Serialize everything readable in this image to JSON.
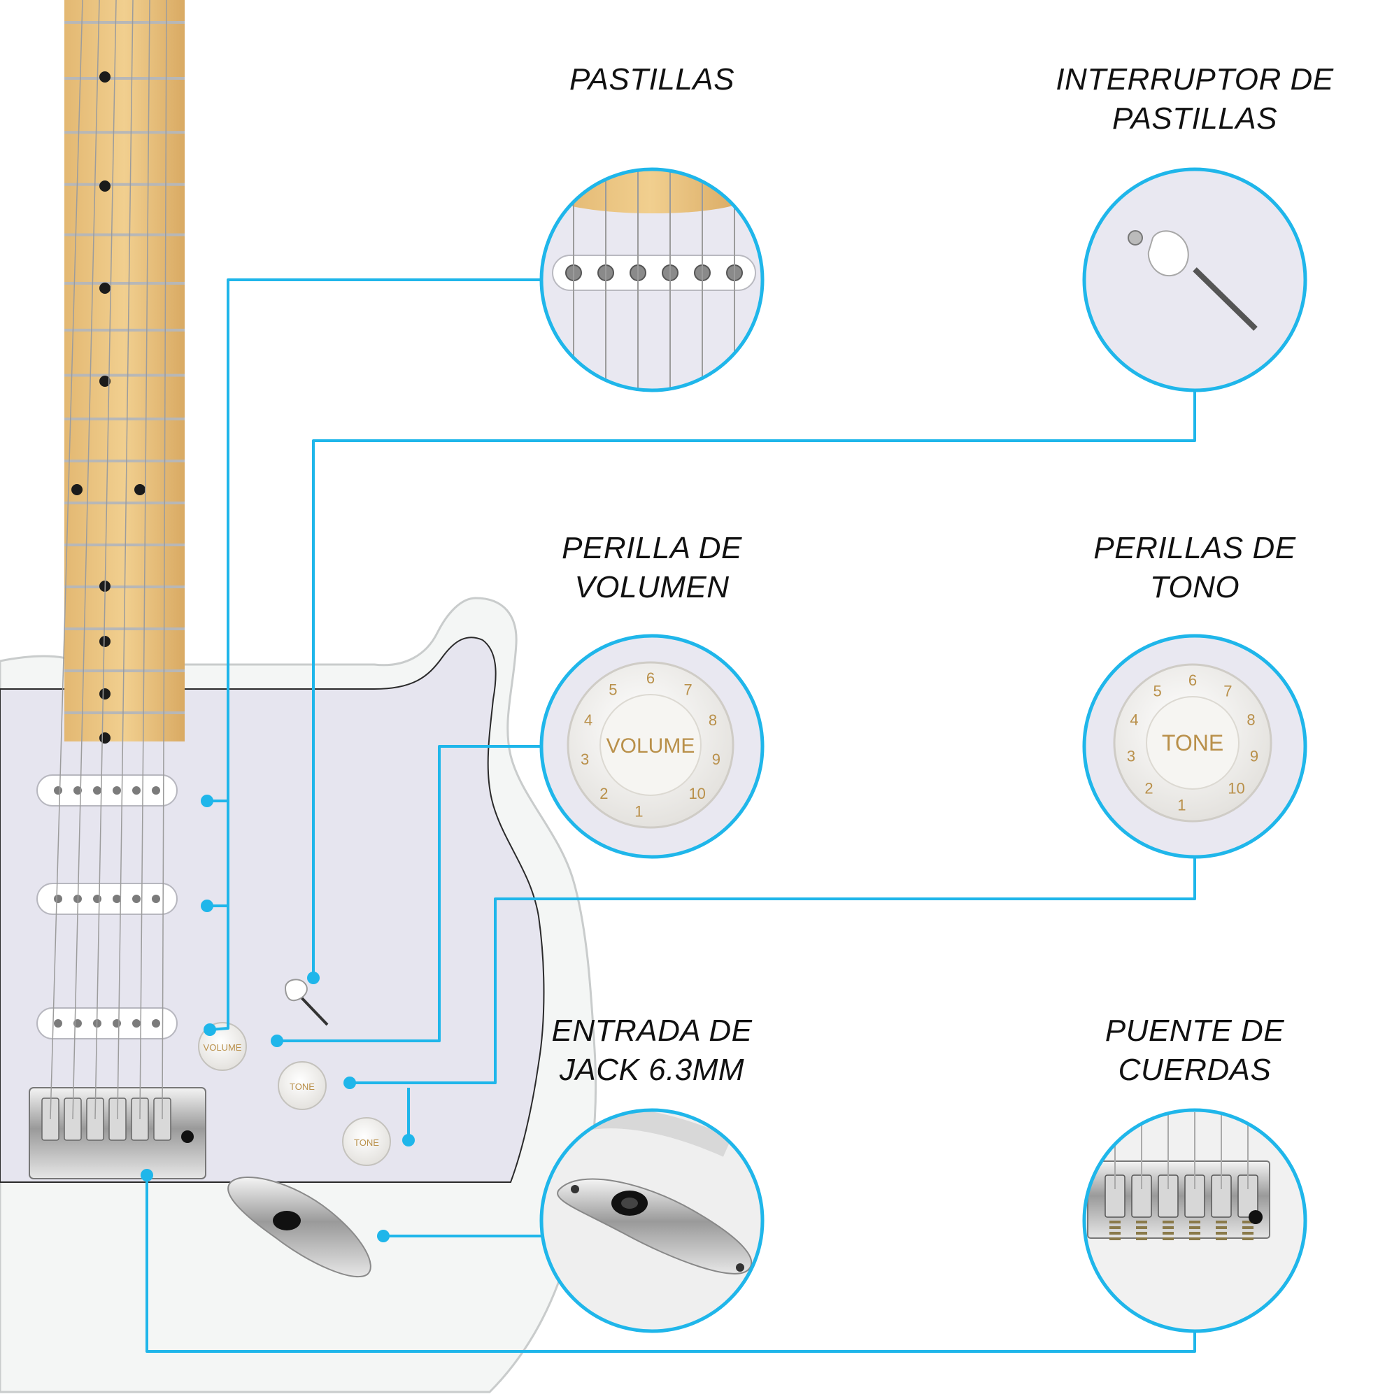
{
  "accent_color": "#1fb6ea",
  "labels": {
    "pastillas": [
      "PASTILLAS"
    ],
    "interruptor": [
      "INTERRUPTOR DE",
      "PASTILLAS"
    ],
    "volumen": [
      "PERILLA DE",
      "VOLUMEN"
    ],
    "tono": [
      "PERILLAS DE",
      "TONO"
    ],
    "jack": [
      "ENTRADA DE",
      "JACK 6.3MM"
    ],
    "puente": [
      "PUENTE DE",
      "CUERDAS"
    ]
  },
  "knobs": {
    "volume_text": "VOLUME",
    "tone_text": "TONE",
    "numbers": [
      "1",
      "2",
      "3",
      "4",
      "5",
      "6",
      "7",
      "8",
      "9",
      "10"
    ]
  },
  "icons": [
    "guitar-body-icon",
    "pickup-icon",
    "switch-icon",
    "knob-icon",
    "jack-icon",
    "bridge-icon"
  ]
}
